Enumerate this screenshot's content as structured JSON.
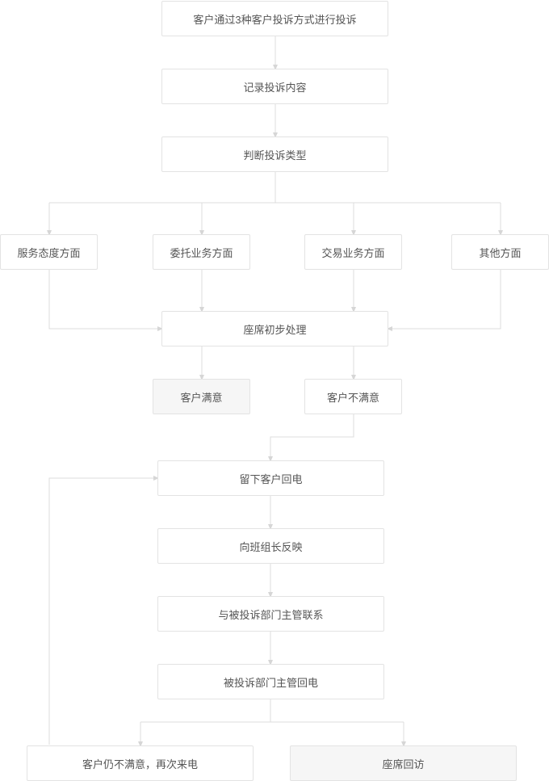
{
  "flowchart": {
    "nodes": {
      "complaint_channels": "客户通过3种客户投诉方式进行投诉",
      "record_content": "记录投诉内容",
      "judge_type": "判断投诉类型",
      "service_attitude": "服务态度方面",
      "entrusted_business": "委托业务方面",
      "trading_business": "交易业务方面",
      "other_aspects": "其他方面",
      "initial_handling": "座席初步处理",
      "customer_satisfied": "客户满意",
      "customer_unsatisfied": "客户不满意",
      "leave_callback": "留下客户回电",
      "report_team_leader": "向班组长反映",
      "contact_supervisor": "与被投诉部门主管联系",
      "supervisor_callback": "被投诉部门主管回电",
      "still_unsatisfied": "客户仍不满意，再次来电",
      "agent_return_visit": "座席回访"
    },
    "colors": {
      "border": "#e3e3e3",
      "connector": "#dcdcdc",
      "text": "#555555",
      "shaded_fill": "#f6f6f6"
    }
  }
}
